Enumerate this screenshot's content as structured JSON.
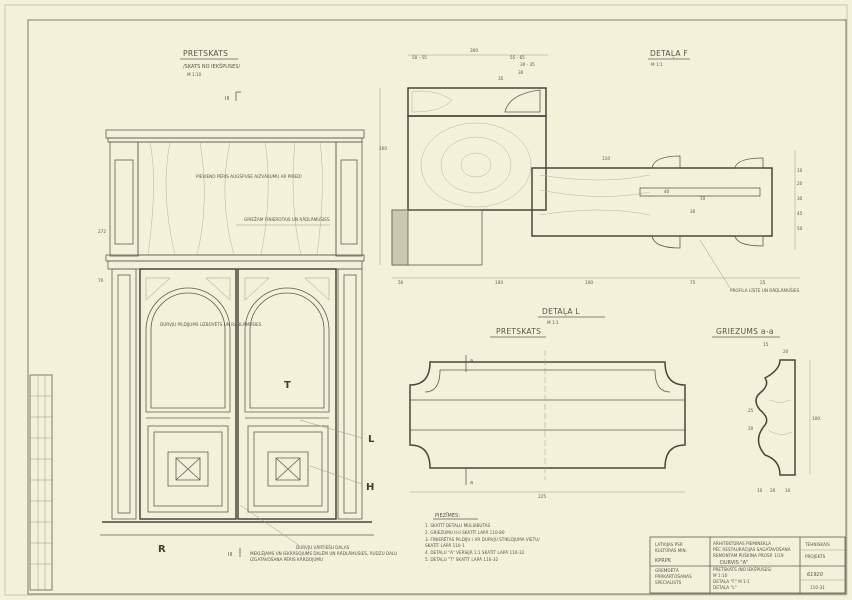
{
  "elevation": {
    "title": "PRETSKATS",
    "subtitle": "/SKATS NO IEKŠPUSES/",
    "scale": "M 1:10",
    "section_mark_top": "III",
    "section_mark_bottom": "III",
    "note_panel": "PIEVIENO PĒRIS AUGŠPUSE AIZVĀKUMU AR PRIEDI",
    "note_frame": "GRIEŽAM FINIEROTAIS UN RĀDLĀMUŠIES",
    "note_arch": "DURVJU PILDIJUMS UZBŪVĒTS UN RĀDLĀMUŠIES",
    "note_bottom_1": "DURVJU VĀRTIEŠU DALAS",
    "note_bottom_2": "MEKLĒJAMS UN IEKRĀSOJUMS DALĒM UN RĀDLĀMUŠIES, ĀUDZU DALU IZGATAVOŠANA PĒRIS KĀRDOJUMU",
    "labels": {
      "T": "T",
      "L": "L",
      "H": "H",
      "R": "R"
    },
    "dims": {
      "d1": "272",
      "d2": "70"
    }
  },
  "detail_f": {
    "title": "DETAĻA F",
    "scale": "M 1:1",
    "dims": [
      "300",
      "50 - 55",
      "55 - 65",
      "30 - 35",
      "30",
      "35",
      "200",
      "110",
      "10",
      "20",
      "30",
      "45",
      "50",
      "40",
      "10",
      "30",
      "50",
      "100",
      "100",
      "75",
      "25"
    ],
    "note": "PROFILA LĪSTE UN RĀDLĀMUŠIES"
  },
  "detail_l": {
    "title": "DETAĻA L",
    "scale": "M 1:1",
    "front_title": "PRETSKATS",
    "section_mark": "a",
    "width_dim": "225",
    "section_title": "GRIEZUMS a-a",
    "section_dims": [
      "15",
      "20",
      "100",
      "25",
      "20",
      "10",
      "20",
      "10"
    ]
  },
  "notes": {
    "title": "PIEZĪMES:",
    "items": [
      "1. SKATĪT DETAĻU MULSIBUTAS",
      "2. GRIEZUMU II-II SKATĪT LAPĀ 110-80",
      "3. FINIERĒTAS PILDIJU / AR DURVJU STIKLOJUMA VIETU/",
      "   SKATĪT LAPĀ 110-1",
      "4. DETAĻU \"A\" VERSIJĀ 1:1 SKATĪT LAPĀ 110-32",
      "5. DETAĻU \"T\" SKATĪT LAPĀ 110-32"
    ]
  },
  "title_block": {
    "org_1": "LATVIJAS PSR",
    "org_2": "KULTŪRAS MIN.",
    "org_code": "KPRPK",
    "project_1": "ARHITEKTŪRAS PIEMINEKĻA",
    "project_2": "PĒC RESTAURĀCIJAS SAGATAVOŠANA",
    "project_3": "REMONTAM PUŠKINA PROSP. 1/19",
    "stage": "TEHNISKAIS",
    "stage_2": "PROJEKTS",
    "dept_1": "GREMDĒTĀ",
    "dept_2": "PĀRKĀRTOŠANAS",
    "dept_3": "SPECIALISTS",
    "drawing_title": "DURVIS \"A\"",
    "drawing_sub_1": "PRETSKATS /NO IEKŠPUSES/",
    "drawing_sub_2": "M 1:10",
    "drawing_sub_3": "DETAĻA \"F\" M 1:1",
    "drawing_sub_4": "DETAĻA \"L\"",
    "archive_no": "61920",
    "sheet_no": "110-31"
  },
  "side_table": {
    "rows": [
      "",
      "",
      "",
      "",
      "",
      "",
      "",
      "",
      "",
      ""
    ]
  }
}
